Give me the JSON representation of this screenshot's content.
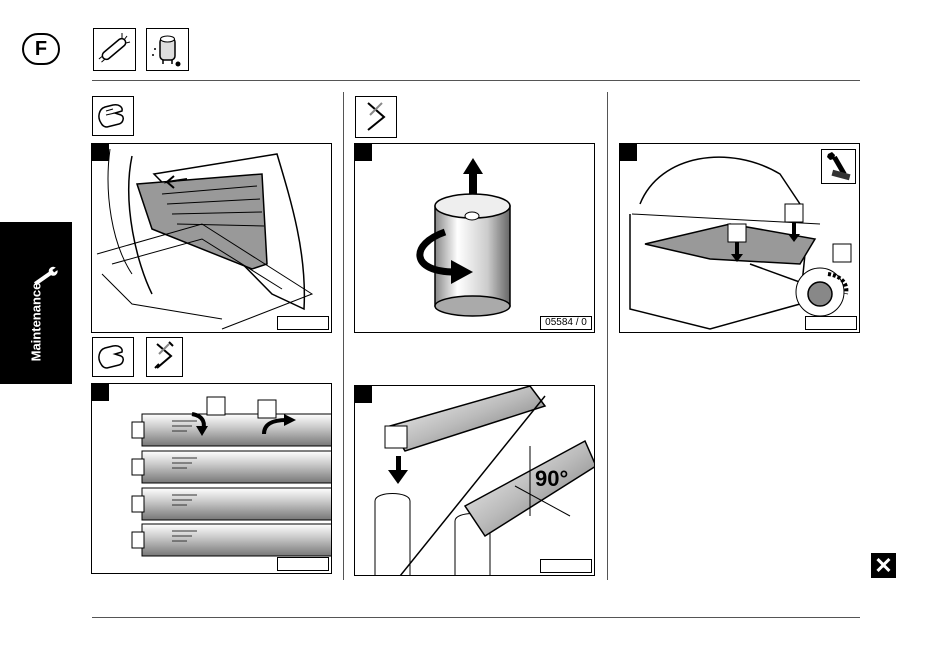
{
  "header": {
    "language_badge": "F"
  },
  "side_tab": {
    "label": "Maintenance"
  },
  "figures": {
    "cylinder_id": "05584 / 0",
    "angle_label": "90°"
  },
  "icons": {
    "lamp": "lamp-icon",
    "starter": "starter-icon",
    "gloves": "gloves-icon",
    "twist": "twist-icon",
    "wrench": "wrench-icon",
    "hex_key": "hex-key-icon",
    "close": "close-icon"
  },
  "close": {
    "glyph": "✕"
  }
}
